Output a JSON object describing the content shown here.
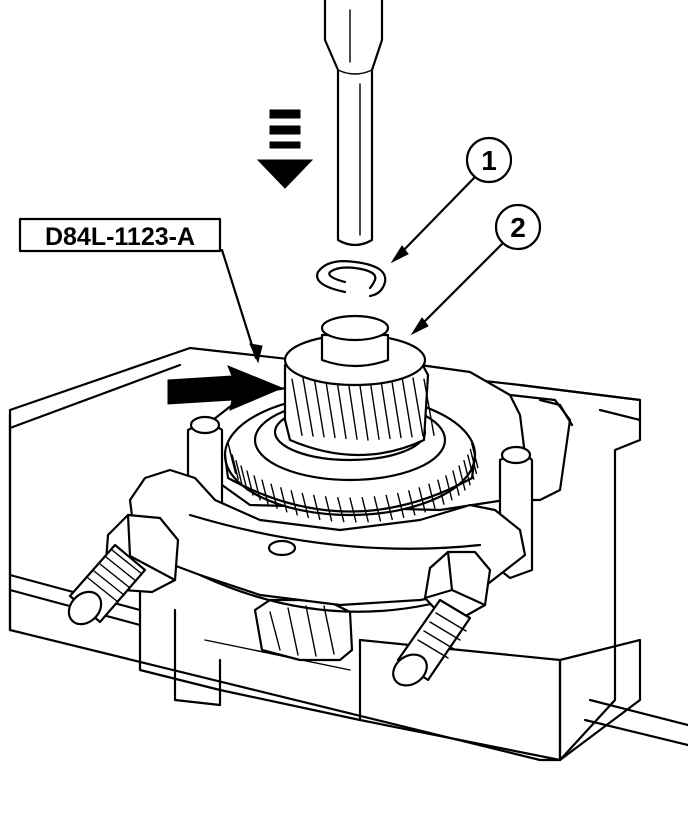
{
  "tool_label": "D84L-1123-A",
  "callouts": [
    {
      "number": "1"
    },
    {
      "number": "2"
    }
  ],
  "colors": {
    "ink": "#000000",
    "paper": "#ffffff"
  }
}
